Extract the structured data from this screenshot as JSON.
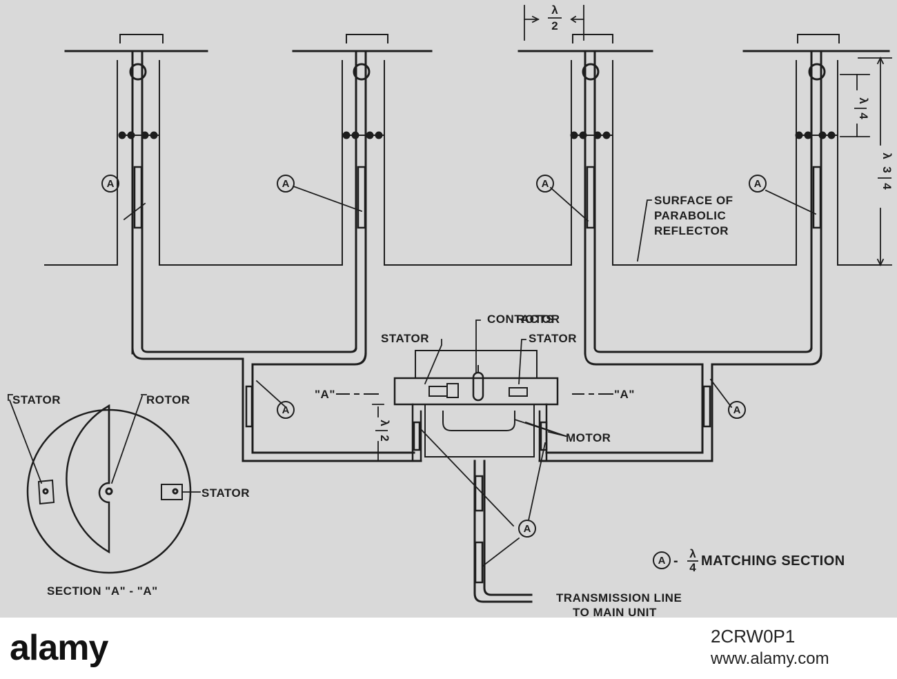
{
  "labels": {
    "rotor": "ROTOR",
    "contacts": "CONTACTS",
    "stator": "STATOR",
    "motor": "MOTOR",
    "surface_line1": "SURFACE OF",
    "surface_line2": "PARABOLIC",
    "surface_line3": "REFLECTOR",
    "section_a_left": "\"A\"",
    "section_a_right": "\"A\"",
    "section_caption": "SECTION \"A\" - \"A\"",
    "transmission_line1": "TRANSMISSION  LINE",
    "transmission_line2": "TO MAIN UNIT",
    "matching_prefix": "- ",
    "matching_text": "MATCHING  SECTION",
    "marker_letter": "A",
    "lambda": "λ",
    "half_den": "2",
    "quarter_den": "4",
    "three": "3"
  },
  "watermark": {
    "brand": "alamy",
    "image_id": "2CRW0P1",
    "site": "www.alamy.com"
  }
}
